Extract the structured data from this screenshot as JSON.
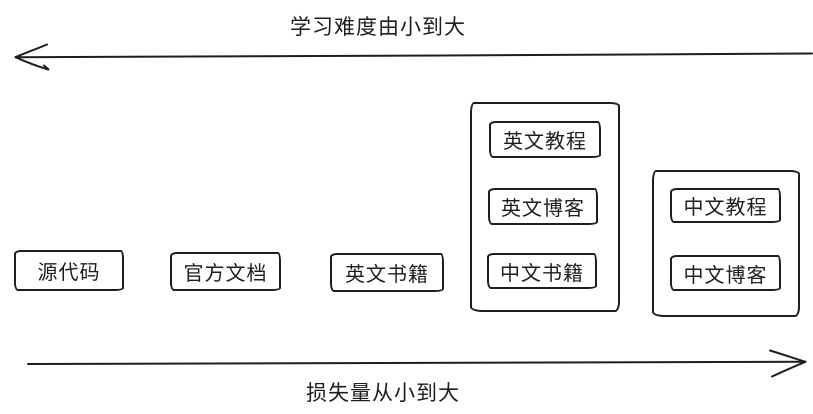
{
  "axes": {
    "difficulty": {
      "label": "学习难度由小到大",
      "arrow_direction": "left"
    },
    "loss": {
      "label": "损失量从小到大",
      "arrow_direction": "right"
    }
  },
  "nodes": {
    "source_code": "源代码",
    "official_docs": "官方文档",
    "english_books": "英文书籍",
    "english_tutorials": "英文教程",
    "english_blogs": "英文博客",
    "chinese_books": "中文书籍",
    "chinese_tutorials": "中文教程",
    "chinese_blogs": "中文博客"
  },
  "colors": {
    "stroke": "#1e1e1e",
    "background": "#ffffff"
  }
}
